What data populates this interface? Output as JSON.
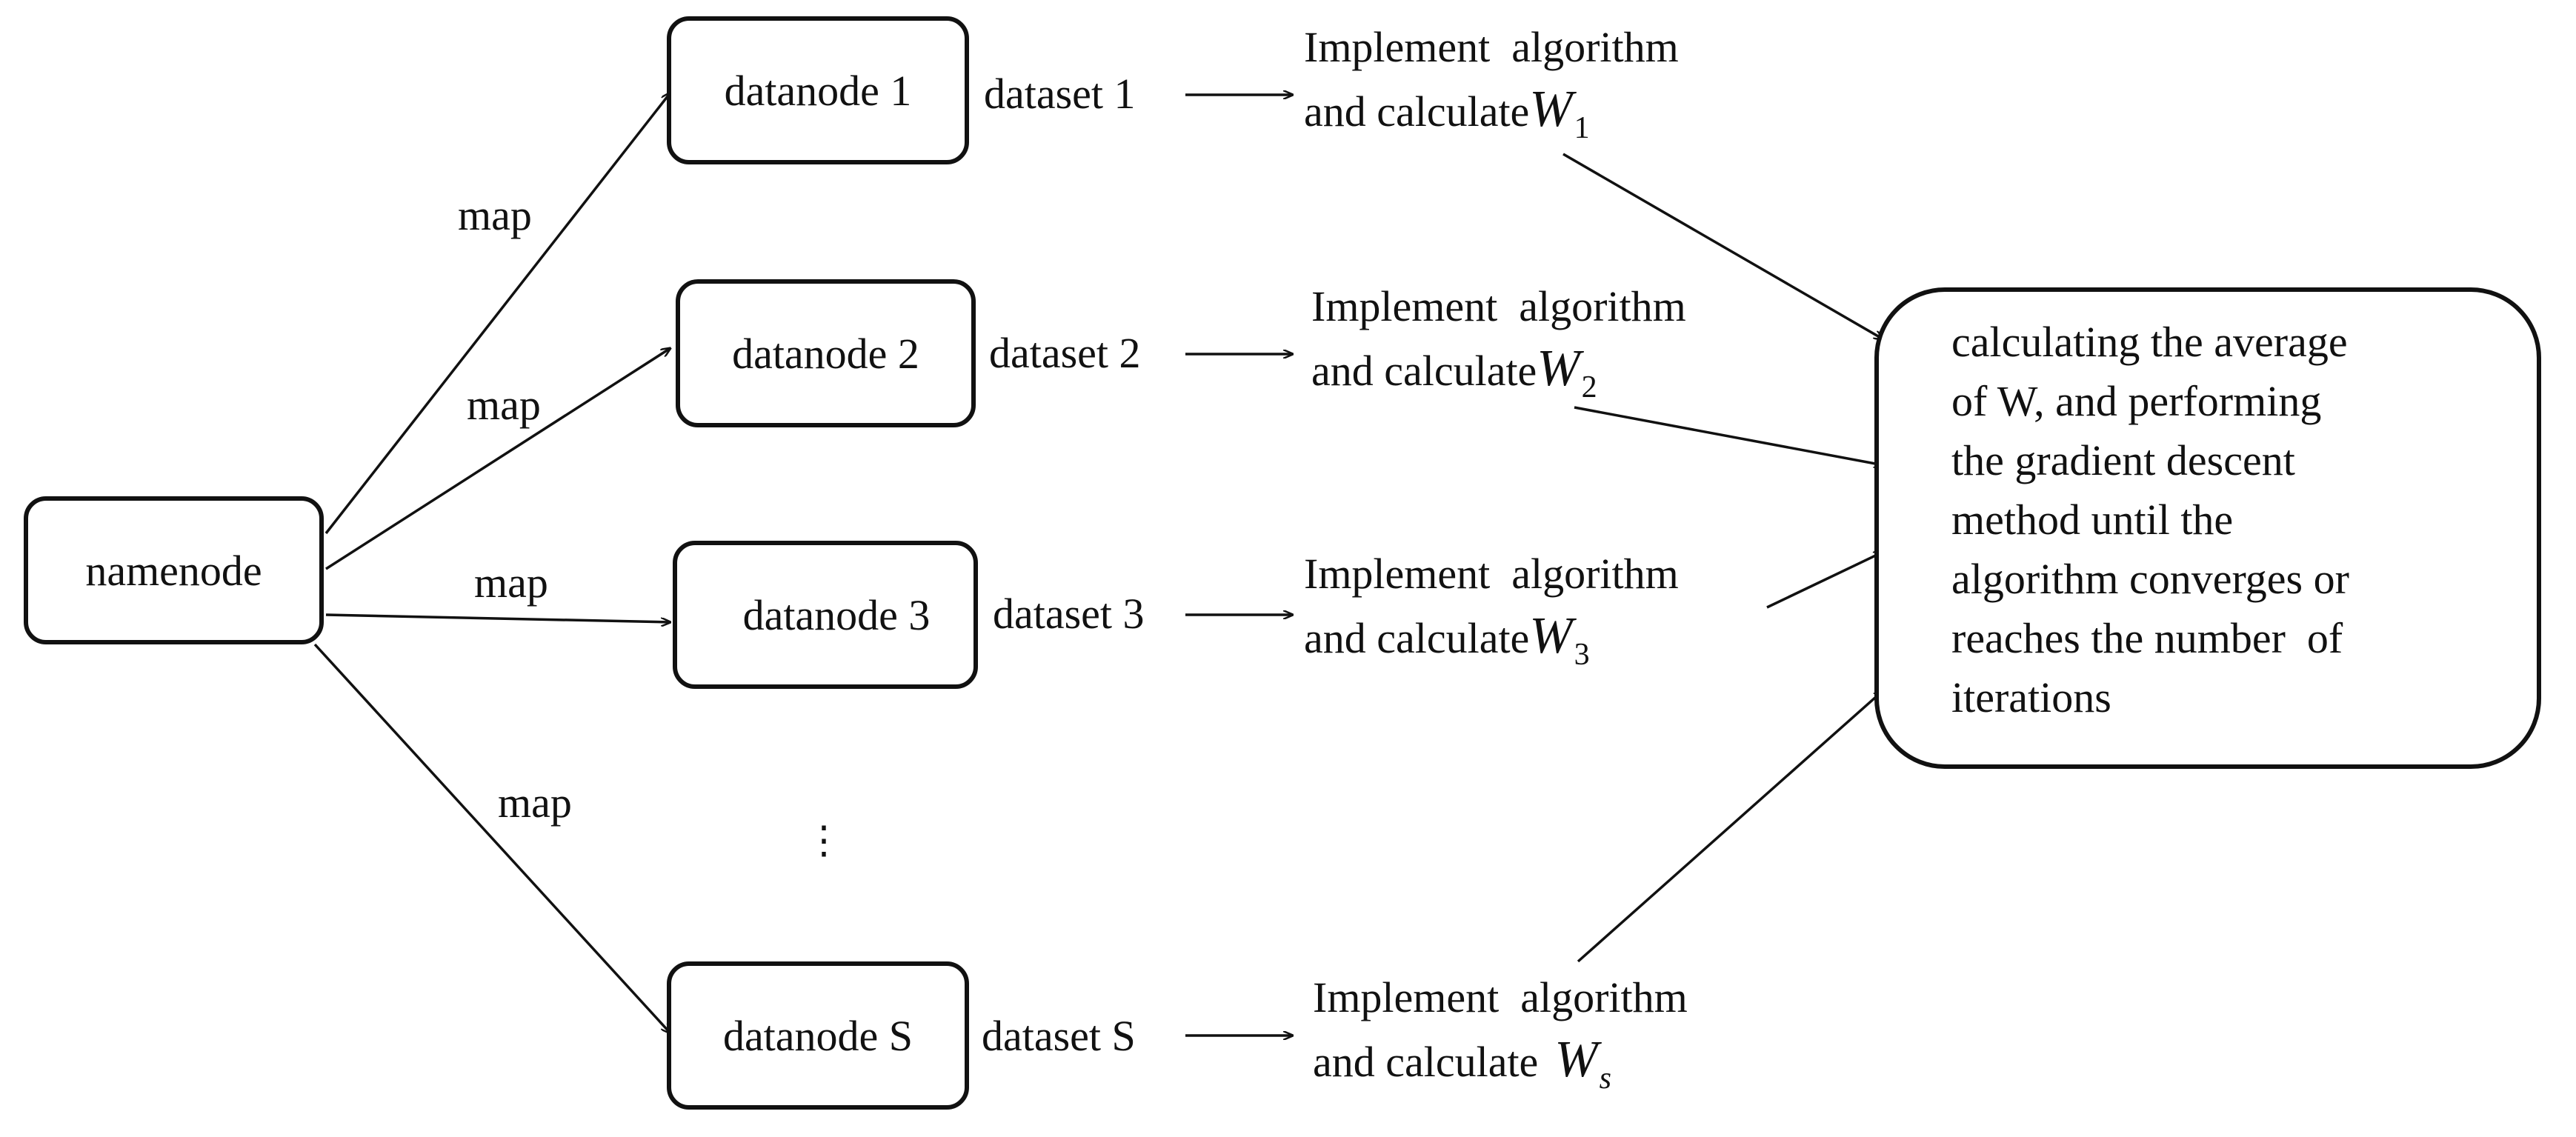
{
  "namenode": {
    "label": "namenode"
  },
  "map_label": "map",
  "datanodes": [
    {
      "label": "datanode 1",
      "dataset": "dataset 1",
      "implement": "Implement  algorithm",
      "calculate": "and calculate",
      "w": "W",
      "w_sub": "1"
    },
    {
      "label": "datanode 2",
      "dataset": "dataset 2",
      "implement": "Implement  algorithm",
      "calculate": "and calculate",
      "w": "W",
      "w_sub": "2"
    },
    {
      "label": "datanode 3",
      "dataset": "dataset 3",
      "implement": "Implement  algorithm",
      "calculate": "and calculate",
      "w": "W",
      "w_sub": "3"
    },
    {
      "label": "datanode S",
      "dataset": "dataset S",
      "implement": "Implement  algorithm",
      "calculate": "and calculate",
      "w": "W",
      "w_sub": "s"
    }
  ],
  "ellipsis": "⋮",
  "result": {
    "lines": [
      "calculating the average",
      "of W, and performing",
      "the gradient descent",
      "method until the",
      "algorithm converges or",
      "reaches the number  of",
      "iterations"
    ]
  }
}
